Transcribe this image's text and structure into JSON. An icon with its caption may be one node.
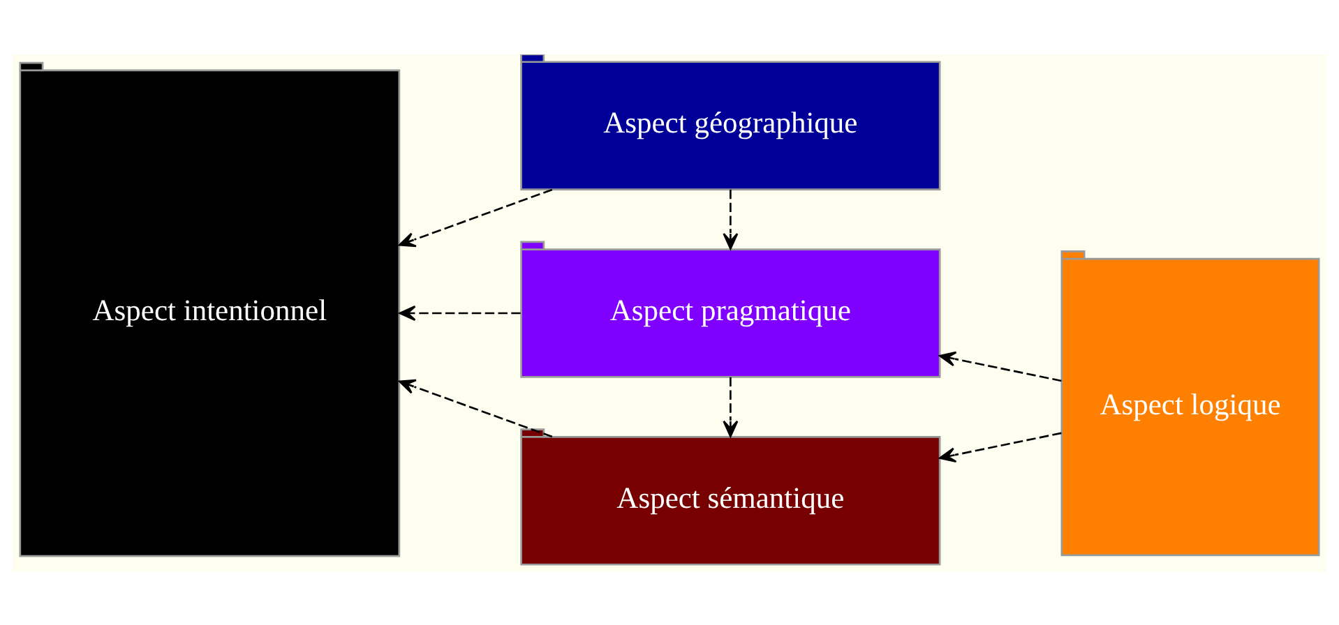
{
  "diagram": {
    "nodes": [
      {
        "text": [
          "Aspect intentionnel"
        ]
      },
      {
        "text": [
          "Aspect sémantique"
        ]
      },
      {
        "text": [
          "Aspect logique"
        ]
      },
      {
        "text": [
          "Aspect pragmatique"
        ]
      },
      {
        "text": [
          "Aspect géographique"
        ]
      }
    ],
    "edges": [
      {
        "from": 1,
        "to": 0,
        "arrow": "to",
        "style": "dashed"
      },
      {
        "from": 2,
        "to": 1,
        "arrow": "to",
        "style": "dashed"
      },
      {
        "from": 3,
        "to": 1,
        "arrow": "to",
        "style": "dashed"
      },
      {
        "from": 3,
        "to": 0,
        "arrow": "to",
        "style": "dashed"
      },
      {
        "from": 2,
        "to": 3,
        "arrow": "to",
        "style": "dashed"
      },
      {
        "from": 4,
        "to": 3,
        "arrow": "to",
        "style": "dashed"
      },
      {
        "from": 4,
        "to": 0,
        "arrow": "to",
        "style": "dashed"
      }
    ]
  }
}
